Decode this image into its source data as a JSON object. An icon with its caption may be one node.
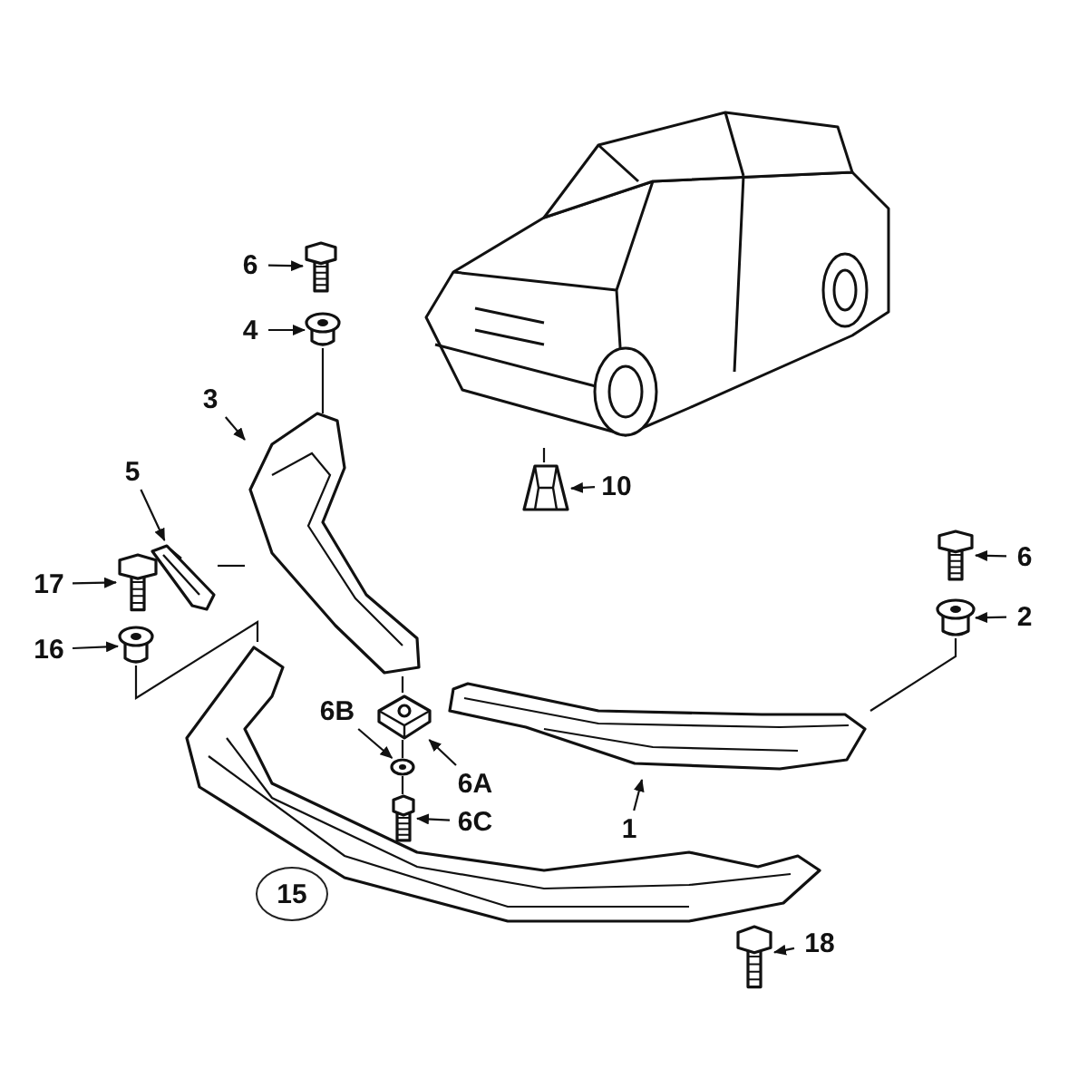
{
  "diagram": {
    "nodes": [
      {
        "text": [
          "6"
        ]
      },
      {
        "text": [],
        "shape": "picture"
      },
      {
        "text": [
          "4"
        ]
      },
      {
        "text": [],
        "shape": "picture"
      },
      {
        "text": [
          "3"
        ]
      },
      {
        "text": [],
        "shape": "picture"
      },
      {
        "text": [],
        "shape": "picture"
      },
      {
        "text": [
          "10"
        ]
      },
      {
        "text": [],
        "shape": "picture"
      },
      {
        "text": [
          "5"
        ]
      },
      {
        "text": [],
        "shape": "picture"
      },
      {
        "text": [
          "17"
        ]
      },
      {
        "text": [],
        "shape": "picture"
      },
      {
        "text": [
          "6"
        ]
      },
      {
        "text": [],
        "shape": "picture"
      },
      {
        "text": [
          "16"
        ]
      },
      {
        "text": [],
        "shape": "picture"
      },
      {
        "text": [
          "2"
        ]
      },
      {
        "text": [],
        "shape": "picture"
      },
      {
        "text": [
          "6B"
        ]
      },
      {
        "text": [],
        "shape": "picture"
      },
      {
        "text": [],
        "shape": "picture"
      },
      {
        "text": [
          "6A"
        ]
      },
      {
        "text": [
          "1"
        ]
      },
      {
        "text": [],
        "shape": "picture"
      },
      {
        "text": [
          "6C"
        ]
      },
      {
        "text": [],
        "shape": "picture"
      },
      {
        "text": [
          "15"
        ]
      },
      {
        "text": [],
        "shape": "picture"
      },
      {
        "text": [
          "18"
        ]
      },
      {
        "text": [],
        "shape": "picture"
      }
    ],
    "edges": [
      {
        "from": 0,
        "to": 1,
        "arrow": "to"
      },
      {
        "from": 2,
        "to": 3,
        "arrow": "to"
      },
      {
        "from": 4,
        "to": 5,
        "arrow": "to"
      },
      {
        "from": 7,
        "to": 8,
        "arrow": "to"
      },
      {
        "from": 9,
        "to": 10,
        "arrow": "to"
      },
      {
        "from": 11,
        "to": 12,
        "arrow": "to"
      },
      {
        "from": 13,
        "to": 14,
        "arrow": "to"
      },
      {
        "from": 15,
        "to": 16,
        "arrow": "to"
      },
      {
        "from": 17,
        "to": 18,
        "arrow": "to"
      },
      {
        "from": 19,
        "to": 20,
        "arrow": "to"
      },
      {
        "from": 22,
        "to": 21,
        "arrow": "to"
      },
      {
        "from": 23,
        "to": 24,
        "arrow": "to"
      },
      {
        "from": 25,
        "to": 26,
        "arrow": "to"
      },
      {
        "from": 29,
        "to": 30,
        "arrow": "to"
      },
      {
        "from": 3,
        "to": 5,
        "arrow": "none"
      },
      {
        "from": 8,
        "to": 6,
        "arrow": "none"
      },
      {
        "from": 10,
        "to": 5,
        "arrow": "none"
      },
      {
        "from": 16,
        "to": 28,
        "arrow": "none"
      },
      {
        "from": 5,
        "to": 21,
        "arrow": "none"
      },
      {
        "from": 21,
        "to": 20,
        "arrow": "none"
      },
      {
        "from": 20,
        "to": 26,
        "arrow": "none"
      },
      {
        "from": 18,
        "to": 24,
        "arrow": "none"
      }
    ]
  }
}
